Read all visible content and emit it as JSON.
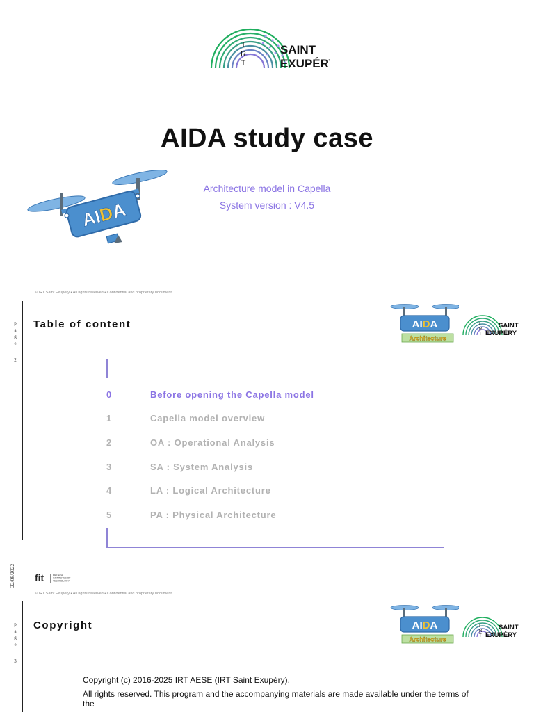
{
  "logo": {
    "line1": "SAINT",
    "line2": "EXUPÉRY",
    "vertical": [
      "I",
      "R",
      "T"
    ],
    "drone_badge": "AIDA",
    "drone_sub": "Architecture"
  },
  "cover": {
    "title": "AIDA study case",
    "subtitle_line1": "Architecture model in Capella",
    "subtitle_line2": "System version : V4.5"
  },
  "footer_note": "© IRT Saint Exupéry • All rights reserved • Confidential and proprietary document",
  "side": {
    "page_letters": [
      "p",
      "a",
      "g",
      "e"
    ],
    "page2": "2",
    "page3": "3",
    "date": "22/08/2022"
  },
  "toc": {
    "title": "Table of content",
    "items": [
      {
        "num": "0",
        "label": "Before opening the Capella model",
        "active": true
      },
      {
        "num": "1",
        "label": "Capella model overview",
        "active": false
      },
      {
        "num": "2",
        "label": "OA : Operational Analysis",
        "active": false
      },
      {
        "num": "3",
        "label": "SA : System Analysis",
        "active": false
      },
      {
        "num": "4",
        "label": "LA : Logical Architecture",
        "active": false
      },
      {
        "num": "5",
        "label": "PA : Physical Architecture",
        "active": false
      }
    ]
  },
  "fit_logo": {
    "mark": "fit",
    "text": [
      "FRENCH",
      "INSTITUTES OF",
      "TECHNOLOGY"
    ]
  },
  "copyright": {
    "title": "Copyright",
    "line1": "Copyright (c) 2016-2025 IRT AESE (IRT Saint Exupéry).",
    "line2": "All rights reserved. This program and the accompanying materials are made available under the terms of the"
  },
  "colors": {
    "accent": "#8b74e4",
    "irt_green": "#1fae5e",
    "irt_teal": "#2e8f9e",
    "drone_blue": "#4b8fce",
    "aida_yellow": "#f2c230",
    "muted": "#b2b2b2"
  }
}
